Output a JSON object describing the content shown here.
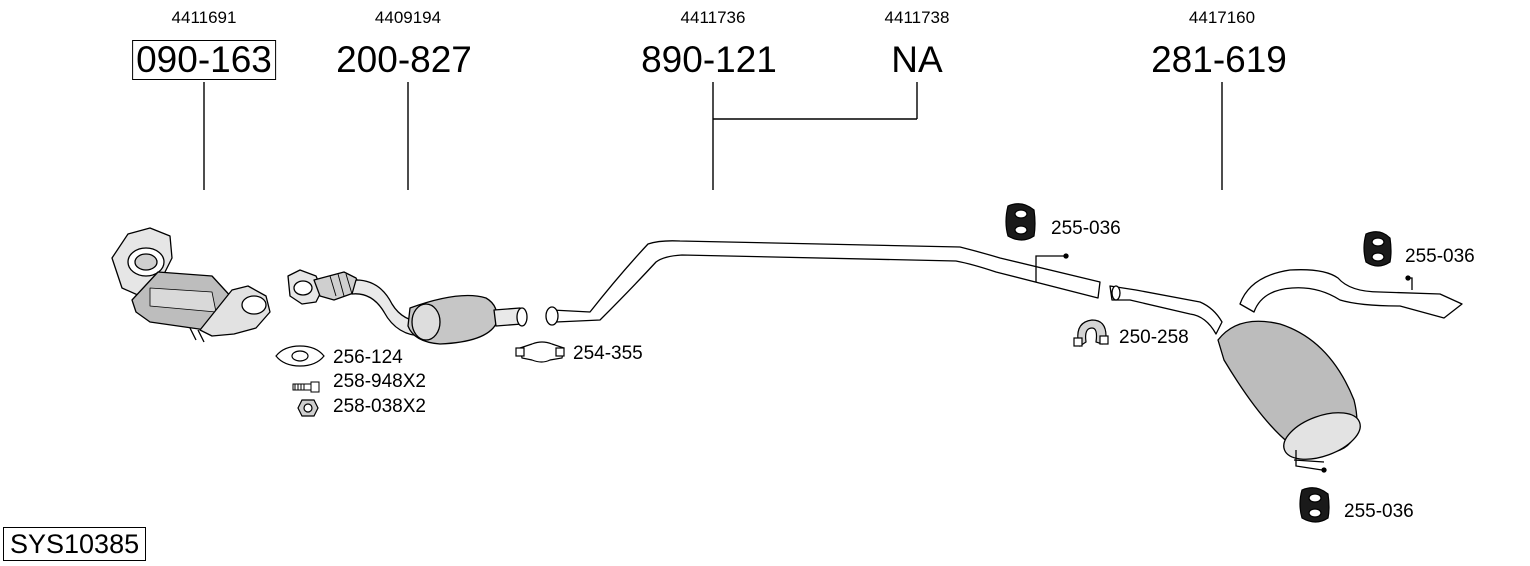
{
  "system_code": "SYS10385",
  "part_columns": [
    {
      "oe": "4411691",
      "part": "090-163"
    },
    {
      "oe": "4409194",
      "part": "200-827"
    },
    {
      "oe": "4411736",
      "part": "890-121"
    },
    {
      "oe": "4411738",
      "part": "NA"
    },
    {
      "oe": "4417160",
      "part": "281-619"
    }
  ],
  "fitting_labels": {
    "gasket": "256-124",
    "stud": "258-948X2",
    "nut": "258-038X2",
    "clamp_front": "254-355",
    "clamp_rear": "250-258",
    "hanger_mid": "255-036",
    "hanger_tail": "255-036",
    "hanger_bottom": "255-036"
  }
}
